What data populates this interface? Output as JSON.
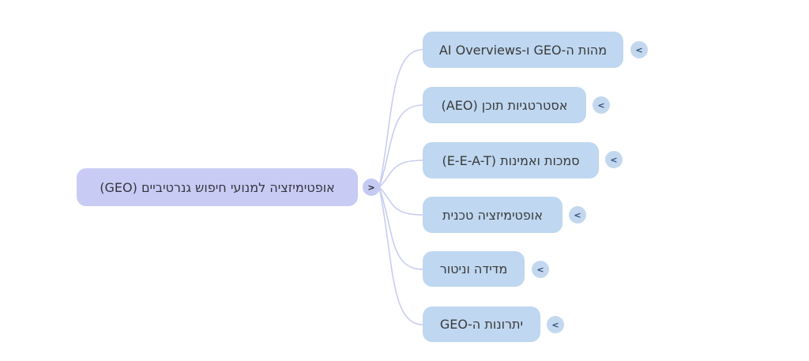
{
  "mindmap": {
    "root": {
      "label": "אופטימיזציה למנועי חיפוש גנרטיביים (GEO)",
      "toggle_icon": ">"
    },
    "children": [
      {
        "label": "מהות ה-GEO ו-AI Overviews",
        "toggle_icon": "<"
      },
      {
        "label": "אסטרטגיות תוכן (AEO)",
        "toggle_icon": "<"
      },
      {
        "label": "סמכות ואמינות (E-E-A-T)",
        "toggle_icon": "<"
      },
      {
        "label": "אופטימיזציה טכנית",
        "toggle_icon": "<"
      },
      {
        "label": "מדידה וניטור",
        "toggle_icon": "<"
      },
      {
        "label": "יתרונות ה-GEO",
        "toggle_icon": "<"
      }
    ],
    "colors": {
      "root_node_fill": "#c8ccf4",
      "child_node_fill": "#bfd7f0",
      "edge_stroke": "#c9cdf0",
      "root_text": "#35353f",
      "child_text": "#3a3a3a",
      "root_toggle_fill": "#c5caf2",
      "child_toggle_fill": "#c3d8ef",
      "background": "#ffffff"
    }
  }
}
